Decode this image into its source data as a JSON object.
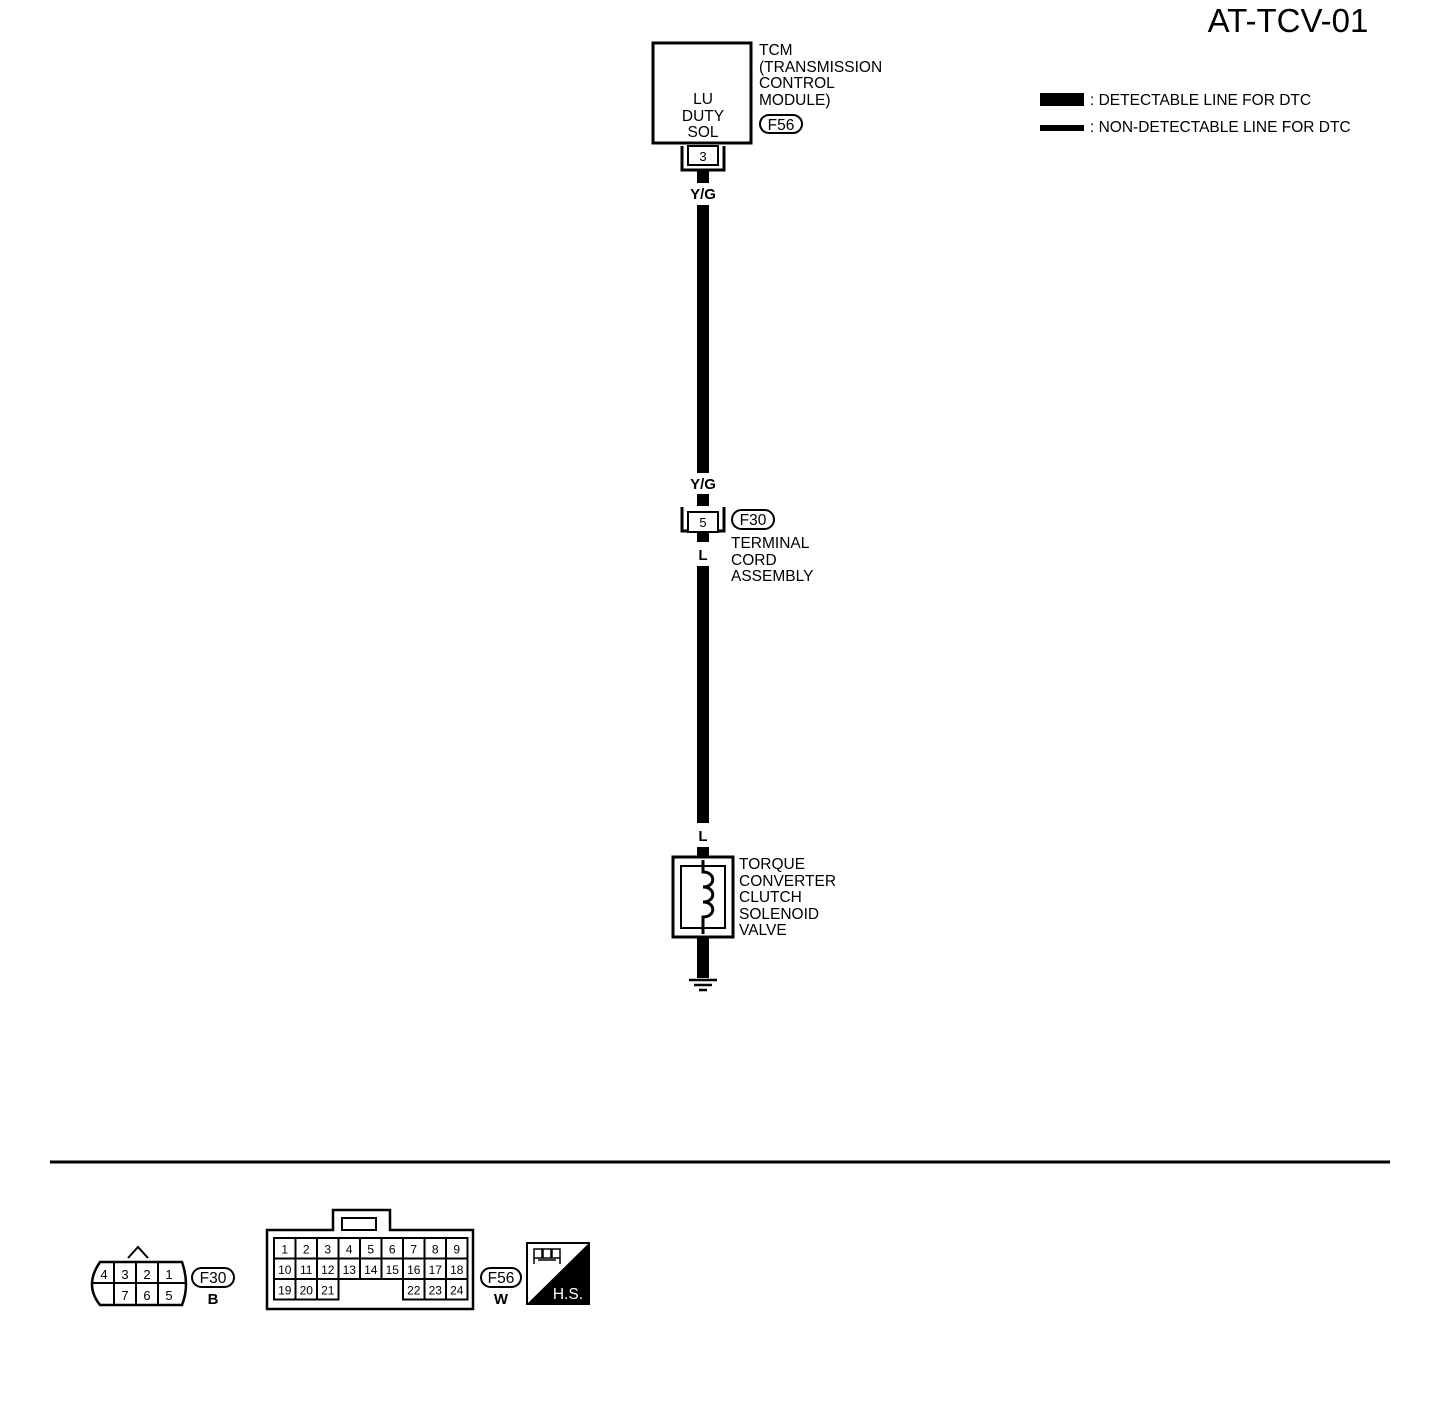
{
  "diagram_id": "AT-TCV-01",
  "legend": {
    "detectable": ": DETECTABLE LINE FOR DTC",
    "non_detectable": ": NON-DETECTABLE LINE FOR DTC"
  },
  "tcm": {
    "lines": [
      "TCM",
      "(TRANSMISSION",
      "CONTROL",
      "MODULE)"
    ],
    "connector": "F56",
    "inner": [
      "LU",
      "DUTY",
      "SOL"
    ],
    "pin": "3"
  },
  "wires": {
    "upper_top": "Y/G",
    "upper_bottom": "Y/G",
    "lower_top": "L",
    "lower_bottom": "L"
  },
  "terminal_cord": {
    "connector": "F30",
    "pin": "5",
    "lines": [
      "TERMINAL",
      "CORD",
      "ASSEMBLY"
    ]
  },
  "solenoid": {
    "lines": [
      "TORQUE",
      "CONVERTER",
      "CLUTCH",
      "SOLENOID",
      "VALVE"
    ]
  },
  "connectors": {
    "f30": {
      "id": "F30",
      "color": "B",
      "top_row": [
        "4",
        "3",
        "2",
        "1"
      ],
      "bottom_row": [
        "7",
        "6",
        "5"
      ]
    },
    "f56": {
      "id": "F56",
      "color": "W",
      "row1": [
        "1",
        "2",
        "3",
        "4",
        "5",
        "6",
        "7",
        "8",
        "9"
      ],
      "row2": [
        "10",
        "11",
        "12",
        "13",
        "14",
        "15",
        "16",
        "17",
        "18"
      ],
      "row3_left": [
        "19",
        "20",
        "21"
      ],
      "row3_right": [
        "22",
        "23",
        "24"
      ]
    },
    "hs_label": "H.S."
  }
}
